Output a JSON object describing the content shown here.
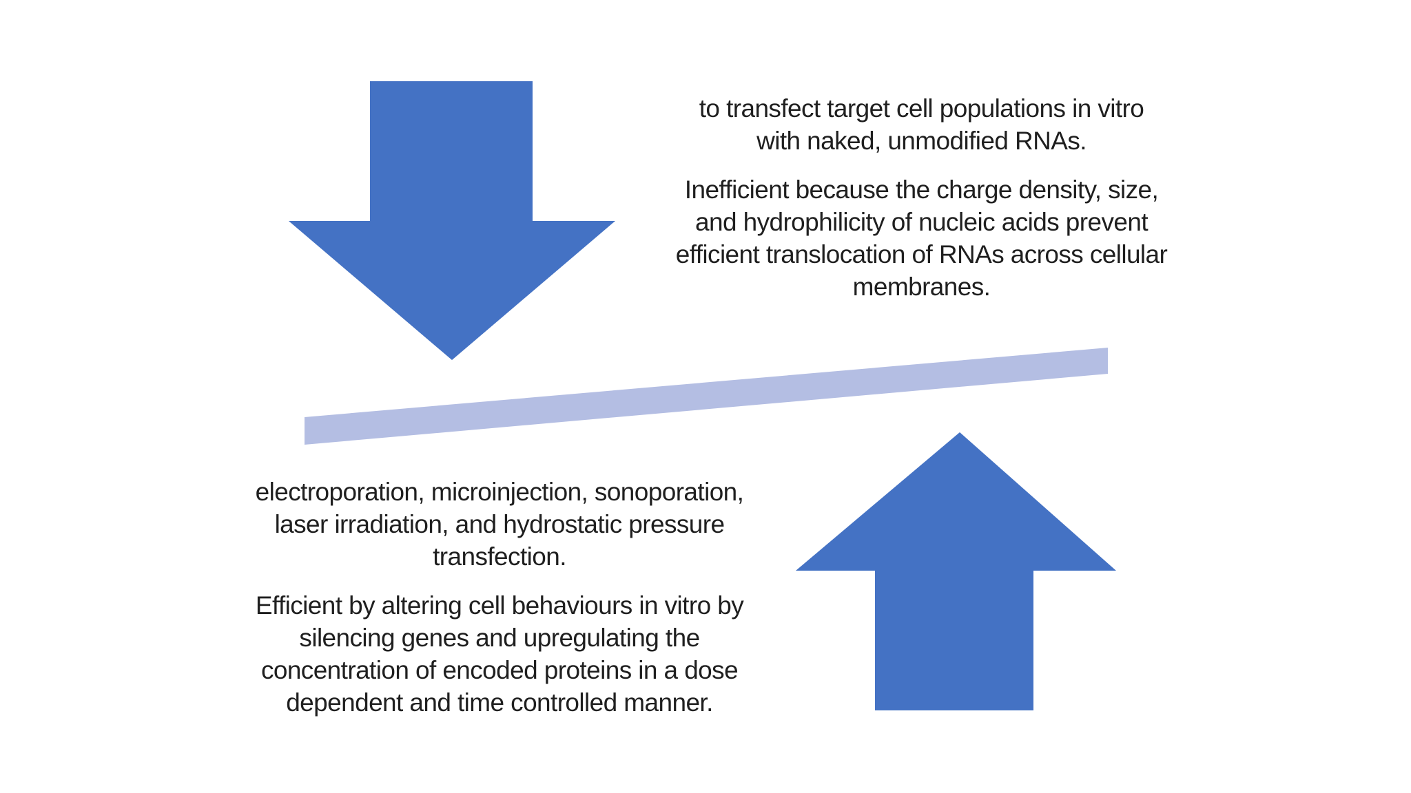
{
  "colors": {
    "arrow_blue": "#4472C4",
    "bar_lavender": "#B4BEE3",
    "text_dark": "#1F1F1F",
    "background": "#FFFFFF"
  },
  "shapes": {
    "down_arrow": "down-block-arrow",
    "up_arrow": "up-block-arrow",
    "bar": "tilted-divider-bar"
  },
  "top_right_text": {
    "paragraph1_lines": [
      "to transfect target cell populations in vitro",
      "with naked, unmodified RNAs."
    ],
    "paragraph2_lines": [
      "Inefficient because the charge density, size,",
      "and hydrophilicity of nucleic acids prevent",
      "efficient translocation of RNAs across cellular",
      "membranes."
    ]
  },
  "bottom_left_text": {
    "paragraph1_lines": [
      "electroporation, microinjection, sonoporation,",
      "laser irradiation, and hydrostatic pressure",
      "transfection."
    ],
    "paragraph2_lines": [
      "Efficient by altering cell behaviours in vitro by",
      "silencing genes and upregulating the",
      "concentration of encoded proteins in a dose",
      "dependent and time controlled manner."
    ]
  }
}
